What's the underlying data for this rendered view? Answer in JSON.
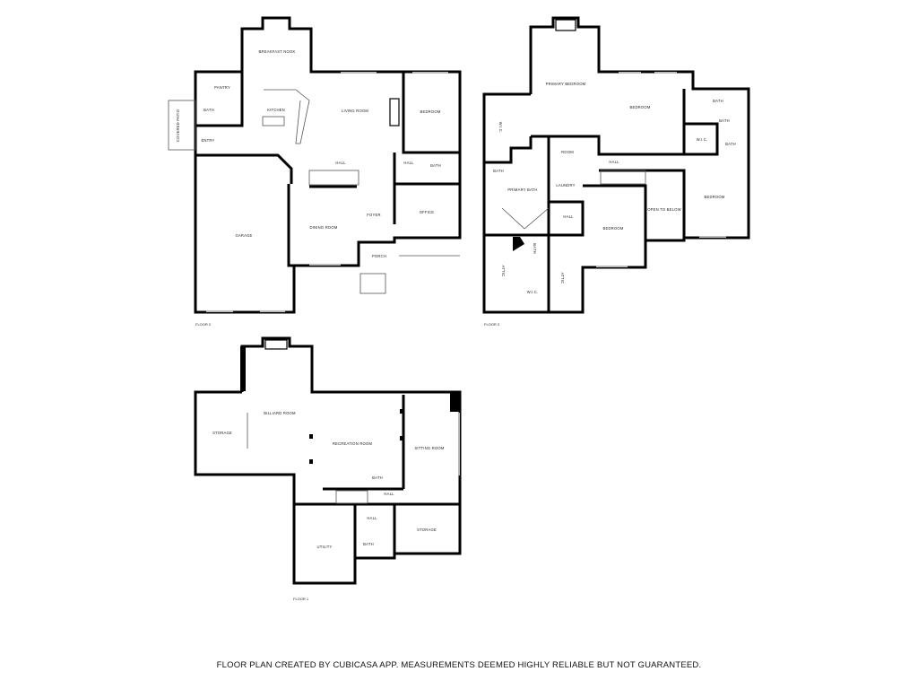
{
  "floors": {
    "floor2": {
      "label": "FLOOR 2",
      "rooms": {
        "breakfast_nook": "BREAKFAST NOOK",
        "pantry": "PANTRY",
        "bath_left": "BATH",
        "kitchen": "KITCHEN",
        "living_room": "LIVING ROOM",
        "bedroom": "BEDROOM",
        "entry": "ENTRY",
        "covered_patio": "COVERED PATIO",
        "hall_center": "HALL",
        "hall_right": "HALL",
        "bath_right": "BATH",
        "garage": "GARAGE",
        "dining_room": "DINING ROOM",
        "foyer": "FOYER",
        "office": "OFFICE",
        "porch": "PORCH"
      }
    },
    "floor3": {
      "label": "FLOOR 3",
      "rooms": {
        "primary_bedroom": "PRIMARY BEDROOM",
        "bedroom_top": "BEDROOM",
        "bath_top": "BATH",
        "bath_mid": "BATH",
        "wic_left": "W.I.C.",
        "wic_right": "W.I.C.",
        "bath_right": "BATH",
        "room": "ROOM",
        "hall_top": "HALL",
        "bath_small": "BATH",
        "primary_bath": "PRIMARY BATH",
        "laundry": "LAUNDRY",
        "bedroom_right": "BEDROOM",
        "open_to_below": "OPEN TO BELOW",
        "hall_mid": "HALL",
        "bedroom_center": "BEDROOM",
        "bath_lower": "BATH",
        "attic_left": "ATTIC",
        "wic_bottom": "W.I.C.",
        "attic_right": "ATTIC"
      }
    },
    "floor1": {
      "label": "FLOOR 1",
      "rooms": {
        "billiard_room": "BILLIARD ROOM",
        "storage_left": "STORAGE",
        "recreation_room": "RECREATION ROOM",
        "sitting_room": "SITTING ROOM",
        "bath_top": "BATH",
        "hall_top": "HALL",
        "hall_lower": "HALL",
        "storage_right": "STORAGE",
        "bath_lower": "BATH",
        "utility": "UTILITY"
      }
    }
  },
  "footer": "FLOOR PLAN CREATED BY CUBICASA APP. MEASUREMENTS DEEMED HIGHLY RELIABLE BUT NOT GUARANTEED."
}
